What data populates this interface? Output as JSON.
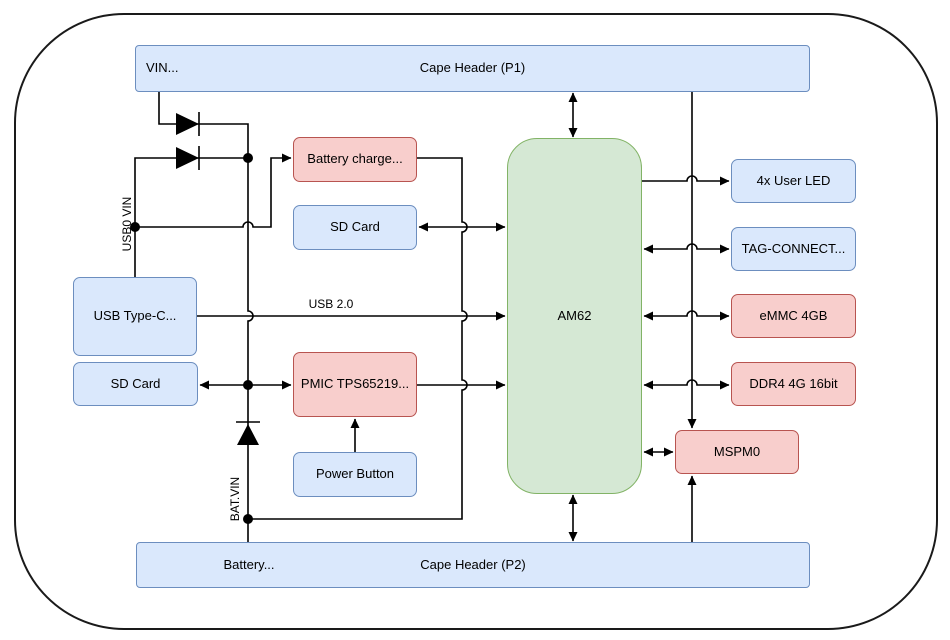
{
  "palette": {
    "blue-fill": "#dae8fc",
    "blue-stroke": "#6c8ebf",
    "red-fill": "#f8cecc",
    "red-stroke": "#b85450",
    "green-fill": "#d5e8d4",
    "green-stroke": "#82b366",
    "line": "#000000",
    "frame": "#1a1a1a"
  },
  "blocks": {
    "cape_header_p1": {
      "label": "Cape Header (P1)",
      "pin": "VIN...",
      "color": "blue"
    },
    "cape_header_p2": {
      "label": "Cape Header (P2)",
      "pin": "Battery...",
      "color": "blue"
    },
    "usb_type_c": {
      "label": "USB Type-C...",
      "color": "blue"
    },
    "sd_card_left": {
      "label": "SD Card",
      "color": "blue"
    },
    "battery_charger": {
      "label": "Battery charge...",
      "color": "red"
    },
    "sd_card_mid": {
      "label": "SD Card",
      "color": "blue"
    },
    "pmic": {
      "label": "PMIC TPS65219...",
      "color": "red"
    },
    "power_button": {
      "label": "Power Button",
      "color": "blue"
    },
    "am62": {
      "label": "AM62",
      "color": "green"
    },
    "user_led": {
      "label": "4x User LED",
      "color": "blue"
    },
    "tag_connect": {
      "label": "TAG-CONNECT...",
      "color": "blue"
    },
    "emmc": {
      "label": "eMMC 4GB",
      "color": "red"
    },
    "ddr4": {
      "label": "DDR4 4G 16bit",
      "color": "red"
    },
    "mspm0": {
      "label": "MSPM0",
      "color": "red"
    }
  },
  "net_labels": {
    "usb2": "USB 2.0",
    "usb0_vin": "USB0 VIN",
    "bat_vin": "BAT.VIN"
  }
}
